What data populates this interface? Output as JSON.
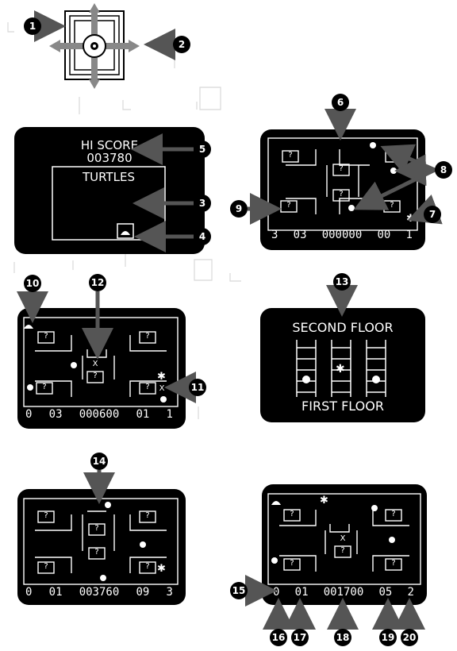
{
  "callouts": [
    "1",
    "2",
    "3",
    "4",
    "5",
    "6",
    "7",
    "8",
    "9",
    "10",
    "11",
    "12",
    "13",
    "14",
    "15",
    "16",
    "17",
    "18",
    "19",
    "20"
  ],
  "title_screen": {
    "hi_score_label": "HI SCORE",
    "hi_score": "003780",
    "game_name": "TURTLES"
  },
  "box_label": "?",
  "x_mark": "X",
  "elevator_screen": {
    "top": "SECOND FLOOR",
    "bottom": "FIRST FLOOR"
  },
  "hud": [
    [
      "3",
      "03",
      "000000",
      "00",
      "1"
    ],
    [
      "0",
      "03",
      "000600",
      "01",
      "1"
    ],
    [
      "0",
      "01",
      "003760",
      "09",
      "3"
    ],
    [
      "0",
      "01",
      "001700",
      "05",
      "2"
    ]
  ]
}
